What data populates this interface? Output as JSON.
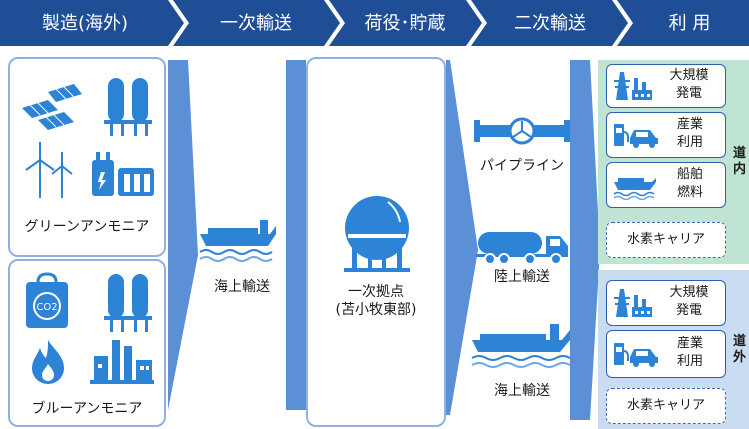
{
  "stages": [
    "製造(海外)",
    "一次輸送",
    "荷役･貯蔵",
    "二次輸送",
    "利 用"
  ],
  "production": {
    "green_label": "グリーンアンモニア",
    "blue_label": "ブルーアンモニア"
  },
  "primary_transport": {
    "label": "海上輸送"
  },
  "storage": {
    "label_line1": "一次拠点",
    "label_line2": "(苫小牧東部)"
  },
  "secondary_transport": {
    "pipeline": "パイプライン",
    "land": "陸上輸送",
    "sea": "海上輸送"
  },
  "usage": {
    "domestic": {
      "label": [
        "道",
        "内"
      ],
      "items": [
        {
          "line1": "大規模",
          "line2": "発電",
          "icon": "power-plant-icon"
        },
        {
          "line1": "産業",
          "line2": "利用",
          "icon": "car-charging-icon"
        },
        {
          "line1": "船舶",
          "line2": "燃料",
          "icon": "ship-icon"
        }
      ],
      "carrier": "水素キャリア"
    },
    "outside": {
      "label": [
        "道",
        "外"
      ],
      "items": [
        {
          "line1": "大規模",
          "line2": "発電",
          "icon": "power-plant-icon"
        },
        {
          "line1": "産業",
          "line2": "利用",
          "icon": "car-charging-icon"
        }
      ],
      "carrier": "水素キャリア"
    }
  },
  "colors": {
    "stage_bar": "#1f4e96",
    "arrow_fill": "#5b8fd6",
    "icon_blue": "#2d83d6",
    "usage_domestic_bg": "#bfe4d3",
    "usage_outside_bg": "#c9dcf2"
  }
}
